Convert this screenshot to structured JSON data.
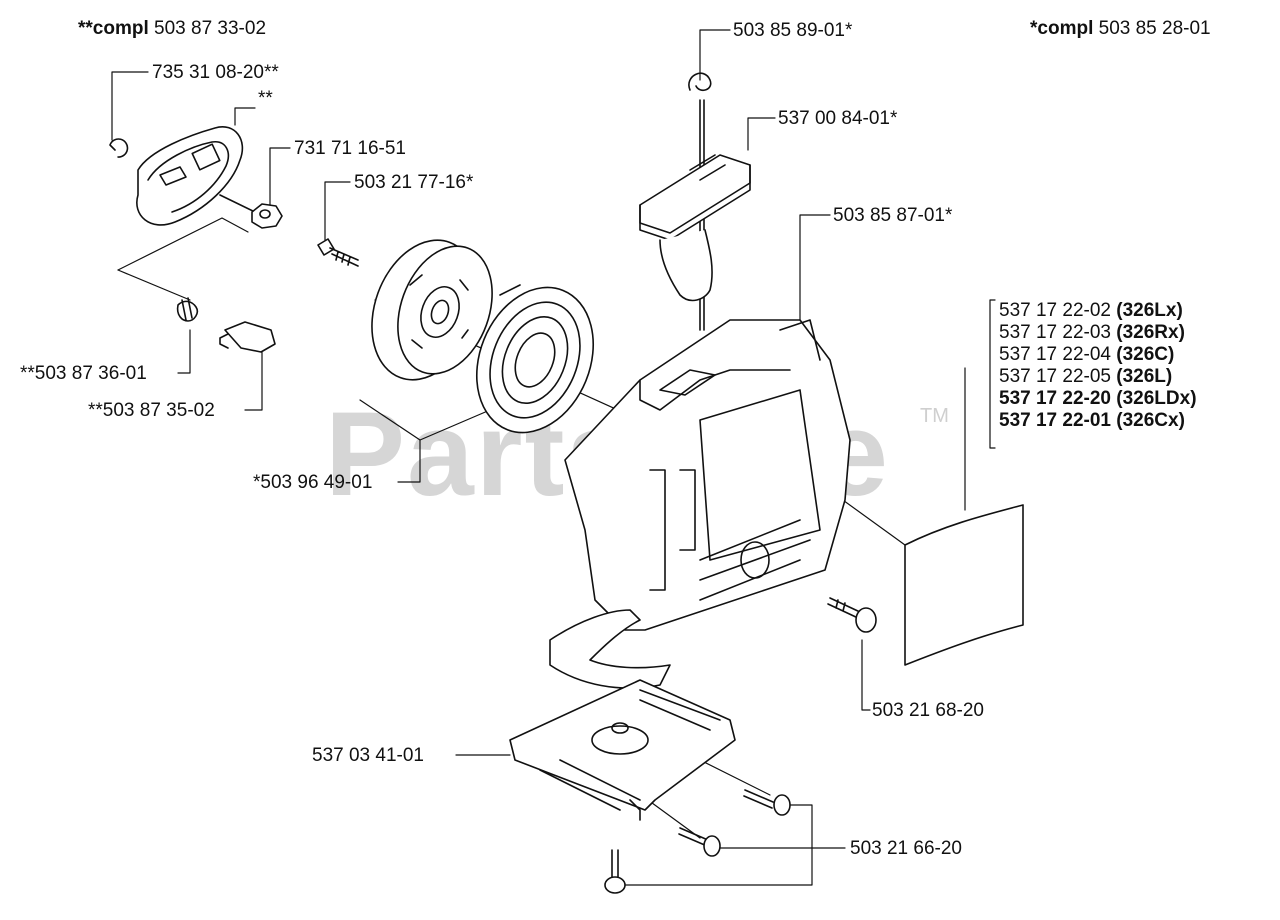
{
  "header": {
    "compl_left_prefix": "**compl",
    "compl_left_number": "503 87 33-02",
    "compl_right_prefix": "*compl",
    "compl_right_number": "503 85 28-01"
  },
  "watermark": {
    "text": "PartsTree",
    "tm": "TM"
  },
  "parts": {
    "p1": "735 31 08-20**",
    "p1_note": "**",
    "p2": "731 71 16-51",
    "p3": "503 21 77-16*",
    "p4": "503 85 89-01*",
    "p5": "537 00 84-01*",
    "p6": "503 85 87-01*",
    "p7": "**503 87 36-01",
    "p8": "**503 87 35-02",
    "p9": "*503 96 49-01",
    "p10": "503 21 68-20",
    "p11": "537 03 41-01",
    "p12": "503 21 66-20"
  },
  "decal_variants": [
    {
      "number": "537 17 22-02",
      "model": "(326Lx)"
    },
    {
      "number": "537 17 22-03",
      "model": "(326Rx)"
    },
    {
      "number": "537 17 22-04",
      "model": "(326C)"
    },
    {
      "number": "537 17 22-05",
      "model": "(326L)"
    },
    {
      "number": "537 17 22-20",
      "model": "(326LDx)"
    },
    {
      "number": "537 17 22-01",
      "model": "(326Cx)"
    }
  ],
  "colors": {
    "line": "#111111",
    "watermark": "#d6d6d6",
    "background": "#ffffff"
  }
}
